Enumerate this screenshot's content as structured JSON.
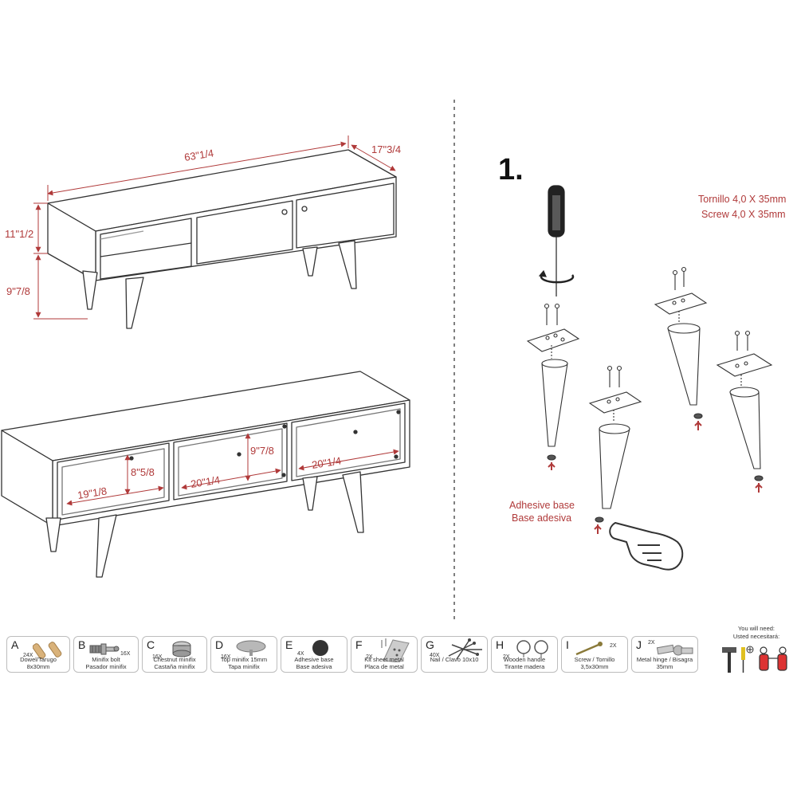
{
  "dimensions": {
    "width": "63\"1/4",
    "depth": "17\"3/4",
    "body_height": "11\"1/2",
    "leg_height": "9\"7/8",
    "left_open_width": "19\"1/8",
    "left_open_height": "8\"5/8",
    "middle_width": "20\"1/4",
    "middle_height": "9\"7/8",
    "right_width": "20\"1/4"
  },
  "step": {
    "number": "1.",
    "screw_es": "Tornillo 4,0 X 35mm",
    "screw_en": "Screw 4,0 X 35mm",
    "adhesive_en": "Adhesive base",
    "adhesive_es": "Base adesiva"
  },
  "accent_color": "#b03a3a",
  "parts": [
    {
      "letter": "A",
      "qty": "24X",
      "name1": "Dowel/Tarugo",
      "name2": "8x30mm",
      "icon": "dowel-icon"
    },
    {
      "letter": "B",
      "qty": "16X",
      "name1": "Minifix bolt",
      "name2": "Pasador minifix",
      "icon": "minifix-bolt-icon"
    },
    {
      "letter": "C",
      "qty": "16X",
      "name1": "Chestnut minifix",
      "name2": "Castaña minifix",
      "icon": "chestnut-minifix-icon"
    },
    {
      "letter": "D",
      "qty": "16X",
      "name1": "Top minifix 15mm",
      "name2": "Tapa minifix",
      "icon": "top-minifix-icon"
    },
    {
      "letter": "E",
      "qty": "4X",
      "name1": "Adhesive base",
      "name2": "Base adesiva",
      "icon": "adhesive-base-icon"
    },
    {
      "letter": "F",
      "qty": "2X",
      "name1": "Kit sheet metal",
      "name2": "Placa de metal",
      "icon": "sheet-metal-icon"
    },
    {
      "letter": "G",
      "qty": "40X",
      "name1": "Nail / Clavo 10x10",
      "name2": "",
      "icon": "nail-icon"
    },
    {
      "letter": "H",
      "qty": "2X",
      "name1": "Wooden handle",
      "name2": "Tirante madera",
      "icon": "handle-icon"
    },
    {
      "letter": "I",
      "qty": "2X",
      "name1": "Screw / Tornillo",
      "name2": "3,5x30mm",
      "icon": "screw-icon"
    },
    {
      "letter": "J",
      "qty": "2X",
      "name1": "Metal hinge / Bisagra",
      "name2": "35mm",
      "icon": "hinge-icon"
    }
  ],
  "tools": {
    "title_en": "You will need:",
    "title_es": "Usted necesitará:",
    "icons": [
      "hammer-icon",
      "screwdriver-icon",
      "two-people-icon"
    ]
  }
}
